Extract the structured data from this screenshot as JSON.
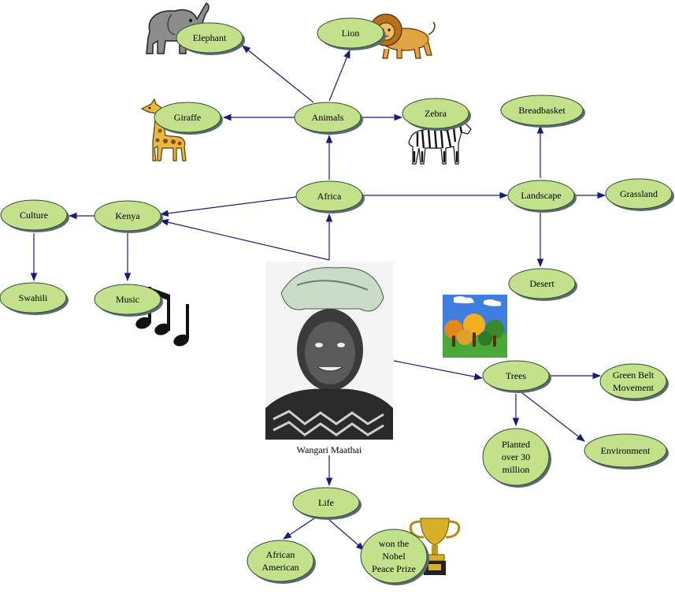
{
  "colors": {
    "node_fill": "#c3e08a",
    "node_stroke": "#2f4f2f",
    "node_shadow": "#5a6b78",
    "edge": "#1a1a7a"
  },
  "nodes": {
    "elephant": "Elephant",
    "lion": "Lion",
    "giraffe": "Giraffe",
    "animals": "Animals",
    "zebra": "Zebra",
    "breadbasket": "Breadbasket",
    "africa": "Africa",
    "landscape": "Landscape",
    "grassland": "Grassland",
    "culture": "Culture",
    "kenya": "Kenya",
    "desert": "Desert",
    "swahili": "Swahili",
    "music": "Music",
    "trees": "Trees",
    "green_belt": [
      "Green Belt",
      "Movement"
    ],
    "planted": [
      "Planted",
      "over 30",
      "million"
    ],
    "environment": "Environment",
    "life": "Life",
    "african_american": [
      "African",
      "American"
    ],
    "nobel": [
      "won the",
      "Nobel",
      "Peace Prize"
    ]
  },
  "center": {
    "caption": "Wangari Maathai"
  },
  "icons": [
    "elephant-icon",
    "lion-icon",
    "giraffe-icon",
    "zebra-icon",
    "music-notes-icon",
    "forest-icon",
    "trophy-icon",
    "portrait-photo"
  ]
}
